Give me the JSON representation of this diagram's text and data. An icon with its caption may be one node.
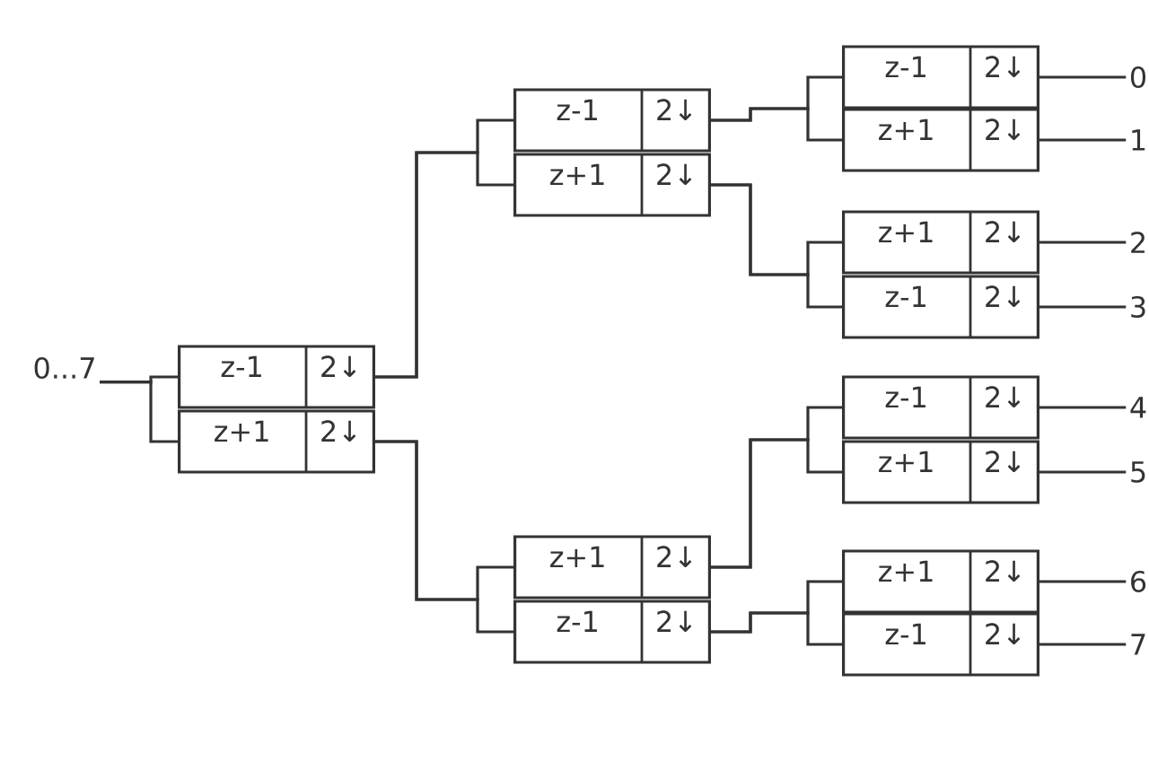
{
  "diagram": {
    "nodes": [
      {
        "text": [
          "0...7"
        ]
      },
      {
        "text": [
          "z-1",
          "2↓"
        ]
      },
      {
        "text": [
          "z+1",
          "2↓"
        ]
      },
      {
        "text": [
          "z-1",
          "2↓"
        ]
      },
      {
        "text": [
          "z+1",
          "2↓"
        ]
      },
      {
        "text": [
          "z+1",
          "2↓"
        ]
      },
      {
        "text": [
          "z-1",
          "2↓"
        ]
      },
      {
        "text": [
          "z-1",
          "2↓"
        ]
      },
      {
        "text": [
          "z+1",
          "2↓"
        ]
      },
      {
        "text": [
          "z+1",
          "2↓"
        ]
      },
      {
        "text": [
          "z-1",
          "2↓"
        ]
      },
      {
        "text": [
          "z-1",
          "2↓"
        ]
      },
      {
        "text": [
          "z+1",
          "2↓"
        ]
      },
      {
        "text": [
          "z+1",
          "2↓"
        ]
      },
      {
        "text": [
          "z-1",
          "2↓"
        ]
      },
      {
        "text": [
          "0"
        ]
      },
      {
        "text": [
          "1"
        ]
      },
      {
        "text": [
          "2"
        ]
      },
      {
        "text": [
          "3"
        ]
      },
      {
        "text": [
          "4"
        ]
      },
      {
        "text": [
          "5"
        ]
      },
      {
        "text": [
          "6"
        ]
      },
      {
        "text": [
          "7"
        ]
      }
    ],
    "edges": [
      {
        "from": 0,
        "to": 1,
        "arrow": "none"
      },
      {
        "from": 0,
        "to": 2,
        "arrow": "none"
      },
      {
        "from": 1,
        "to": 3,
        "arrow": "none"
      },
      {
        "from": 1,
        "to": 4,
        "arrow": "none"
      },
      {
        "from": 2,
        "to": 5,
        "arrow": "none"
      },
      {
        "from": 2,
        "to": 6,
        "arrow": "none"
      },
      {
        "from": 3,
        "to": 7,
        "arrow": "none"
      },
      {
        "from": 3,
        "to": 8,
        "arrow": "none"
      },
      {
        "from": 4,
        "to": 9,
        "arrow": "none"
      },
      {
        "from": 4,
        "to": 10,
        "arrow": "none"
      },
      {
        "from": 5,
        "to": 11,
        "arrow": "none"
      },
      {
        "from": 5,
        "to": 12,
        "arrow": "none"
      },
      {
        "from": 6,
        "to": 13,
        "arrow": "none"
      },
      {
        "from": 6,
        "to": 14,
        "arrow": "none"
      },
      {
        "from": 7,
        "to": 15,
        "arrow": "none"
      },
      {
        "from": 8,
        "to": 16,
        "arrow": "none"
      },
      {
        "from": 9,
        "to": 17,
        "arrow": "none"
      },
      {
        "from": 10,
        "to": 18,
        "arrow": "none"
      },
      {
        "from": 11,
        "to": 19,
        "arrow": "none"
      },
      {
        "from": 12,
        "to": 20,
        "arrow": "none"
      },
      {
        "from": 13,
        "to": 21,
        "arrow": "none"
      },
      {
        "from": 14,
        "to": 22,
        "arrow": "none"
      }
    ]
  }
}
